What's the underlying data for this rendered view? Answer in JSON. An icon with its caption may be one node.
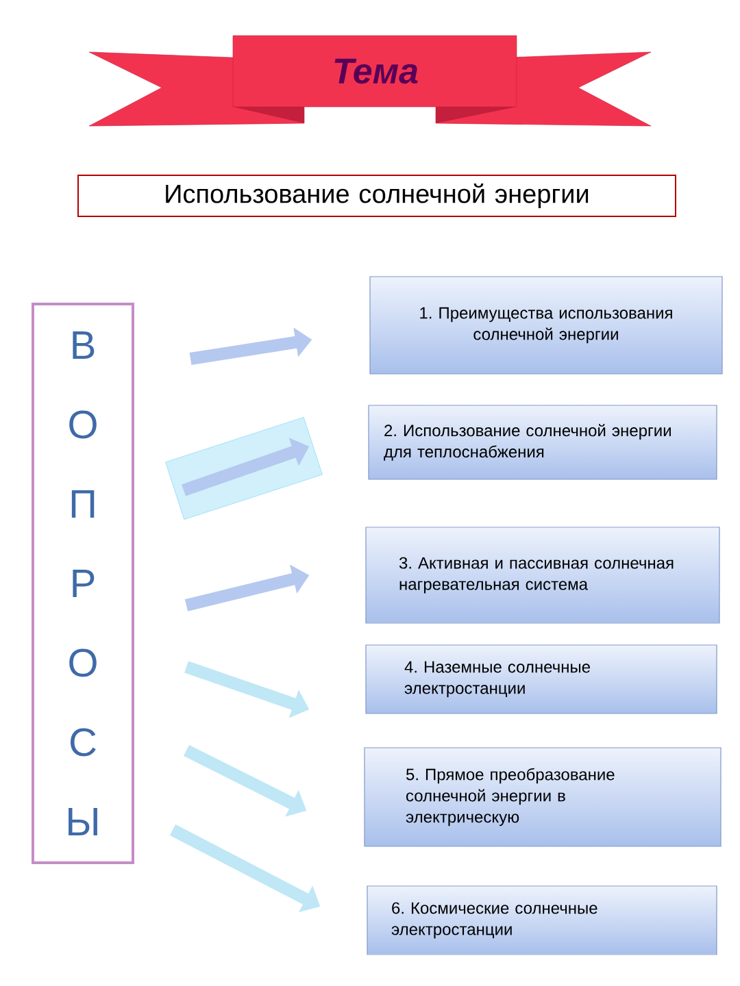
{
  "diagram": {
    "title": "Тема",
    "nodes": [
      {
        "text": [
          "Использование солнечной энергии"
        ]
      },
      {
        "text": [
          "В О П Р О С Ы"
        ]
      },
      {
        "text": [
          "1. Преимущества использования солнечной энергии"
        ]
      },
      {
        "text": [
          "2. Использование солнечной энергии для теплоснабжения"
        ]
      },
      {
        "text": [
          "3. Активная и пассивная солнечная нагревательная система"
        ]
      },
      {
        "text": [
          "4. Наземные солнечные электростанции"
        ]
      },
      {
        "text": [
          "5. Прямое преобразование солнечной энергии в электрическую"
        ]
      },
      {
        "text": [
          "6. Космические солнечные электростанции"
        ]
      }
    ],
    "edges": [
      {
        "from": 1,
        "to": 2,
        "arrow": "to"
      },
      {
        "from": 1,
        "to": 3,
        "arrow": "to"
      },
      {
        "from": 1,
        "to": 4,
        "arrow": "to"
      },
      {
        "from": 1,
        "to": 5,
        "arrow": "to",
        "color": "#bfe7f6"
      },
      {
        "from": 1,
        "to": 6,
        "arrow": "to",
        "color": "#bfe7f6"
      },
      {
        "from": 1,
        "to": 7,
        "arrow": "to",
        "color": "#bfe7f6"
      }
    ]
  }
}
